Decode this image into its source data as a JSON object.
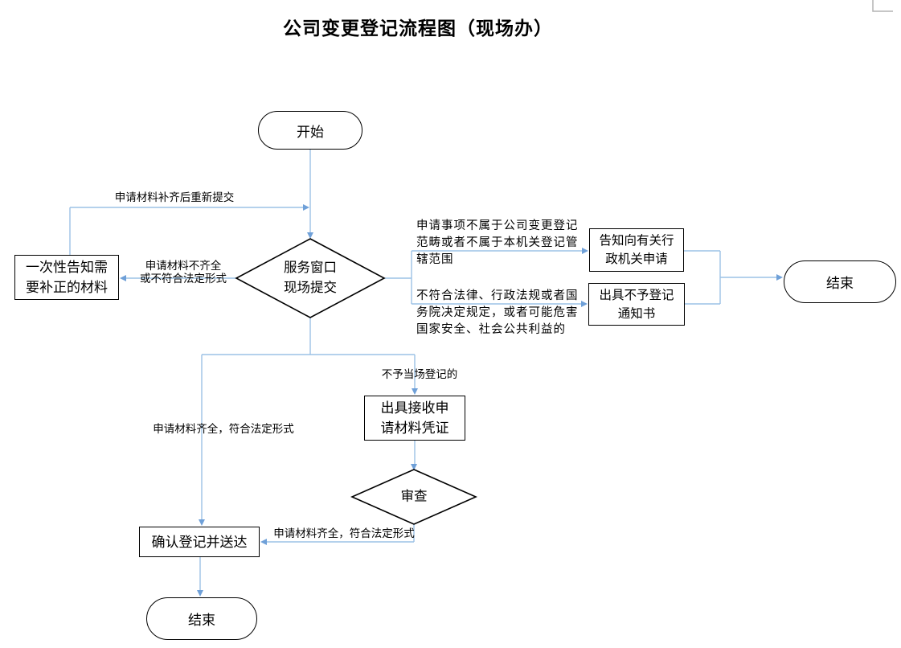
{
  "title": "公司变更登记流程图（现场办）",
  "nodes": {
    "start": "开始",
    "submit": "服务窗口\n现场提交",
    "notify_correction": "一次性告知需\n要补正的材料",
    "inform_agency": "告知向有关行\n政机关申请",
    "rejection_notice": "出具不予登记\n通知书",
    "end_right": "结束",
    "receipt": "出具接收申\n请材料凭证",
    "review": "审查",
    "confirm_delivery": "确认登记并送达",
    "end_bottom": "结束"
  },
  "edge_labels": {
    "resubmit": "申请材料补齐后重新提交",
    "incomplete": "申请材料不齐全\n或不符合法定形式",
    "not_in_scope": "申请事项不属于公司变更登记\n范畴或者不属于本机关登记管\n辖范围",
    "illegal": "不符合法律、行政法规或者国\n务院决定规定，或者可能危害\n国家安全、社会公共利益的",
    "not_onsite": "不予当场登记的",
    "materials_complete_main": "申请材料齐全，符合法定形式",
    "materials_complete_review": "申请材料齐全，符合法定形式"
  },
  "colors": {
    "connector": "#9CC2E5",
    "arrowhead": "#6FA0D8",
    "shape_border": "#000000",
    "page_mark": "#B3B3B3"
  }
}
